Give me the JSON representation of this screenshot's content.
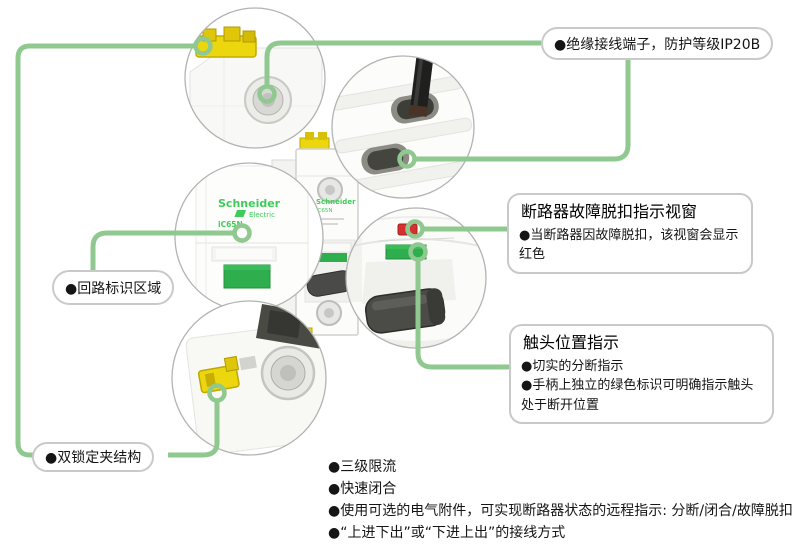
{
  "product": {
    "brand": "Schneider",
    "brand_sub": "Electric",
    "model": "iC65N"
  },
  "callouts": {
    "insulated_terminal": {
      "label": "●绝缘接线端子，防护等级IP20B"
    },
    "circuit_id": {
      "label": "●回路标识区域"
    },
    "double_lock": {
      "label": "●双锁定夹结构"
    },
    "trip_window": {
      "title": "断路器故障脱扣指示视窗",
      "bullets": [
        "●当断路器因故障脱扣，该视窗会显示红色"
      ]
    },
    "contact_position": {
      "title": "触头位置指示",
      "bullets": [
        "●切实的分断指示",
        "●手柄上独立的绿色标识可明确指示触头处于断开位置"
      ]
    }
  },
  "features": [
    "●三级限流",
    "●快速闭合",
    "●使用可选的电气附件，可实现断路器状态的远程指示: 分断/闭合/故障脱扣",
    "●“上进下出”或“下进上出”的接线方式"
  ],
  "colors": {
    "connector_green": "#8fc98f",
    "brand_green": "#3dcd58",
    "indicator_green": "#2fae4e",
    "trip_red": "#d3302e",
    "clamp_yellow": "#ecd70f"
  }
}
